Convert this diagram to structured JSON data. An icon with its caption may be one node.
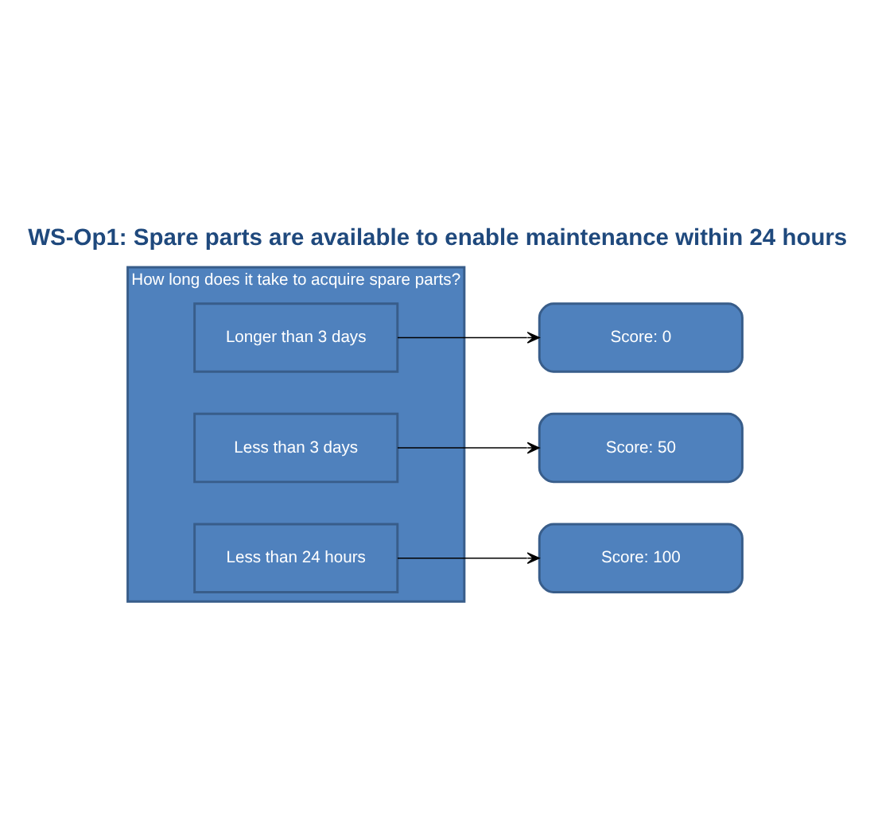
{
  "diagram": {
    "title": "WS-Op1: Spare parts are available to enable maintenance within 24 hours",
    "nodes": [
      {
        "text": [
          "How long does it take to acquire spare parts?"
        ]
      },
      {
        "text": [
          "Longer than 3 days"
        ],
        "in": 0
      },
      {
        "text": [
          "Less than 3 days"
        ],
        "in": 0
      },
      {
        "text": [
          "Less than 24 hours"
        ],
        "in": 0
      },
      {
        "text": [
          "Score: 0"
        ]
      },
      {
        "text": [
          "Score: 50"
        ]
      },
      {
        "text": [
          "Score: 100"
        ]
      }
    ],
    "edges": [
      {
        "from": 1,
        "to": 4,
        "arrow": "to"
      },
      {
        "from": 2,
        "to": 5,
        "arrow": "to"
      },
      {
        "from": 3,
        "to": 6,
        "arrow": "to"
      }
    ]
  }
}
